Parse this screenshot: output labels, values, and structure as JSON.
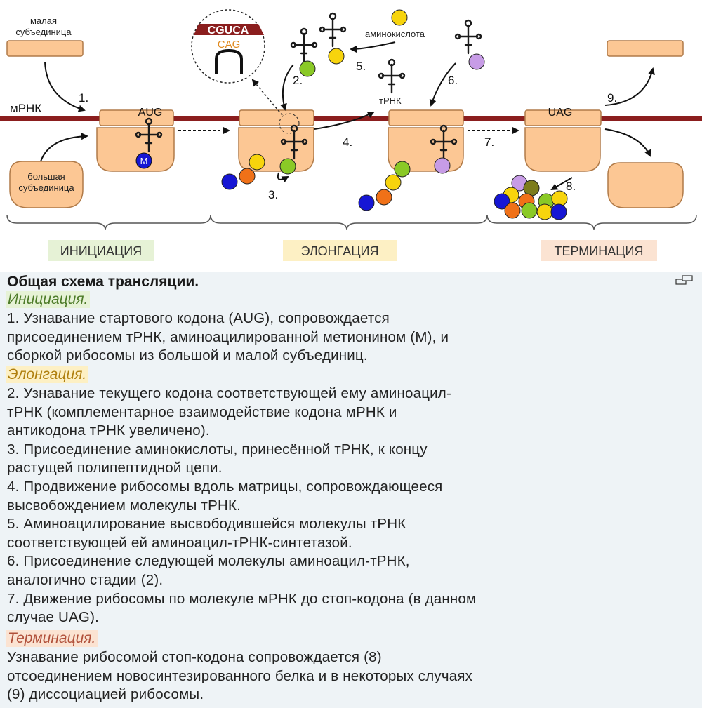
{
  "diagram": {
    "small_subunit": [
      "малая",
      "субъединица"
    ],
    "large_subunit": [
      "большая",
      "субъединица"
    ],
    "mrna": "мРНК",
    "start_codon": "AUG",
    "stop_codon": "UAG",
    "codon_zoom": "CGUCA",
    "anticodon_zoom": "CAG",
    "methionine": "M",
    "amino_acid": "аминокислота",
    "trna": "тРНК",
    "steps": [
      "1.",
      "2.",
      "3.",
      "4.",
      "5.",
      "6.",
      "7.",
      "8.",
      "9."
    ],
    "phases": {
      "initiation": "ИНИЦИАЦИЯ",
      "elongation": "ЭЛОНГАЦИЯ",
      "termination": "ТЕРМИНАЦИЯ"
    },
    "colors": {
      "ribosome": "#fcc794",
      "mrna": "#8b1e1e",
      "initiation_bg": "#e6f2d6",
      "elongation_bg": "#fdf0c4",
      "termination_bg": "#fbe3d2",
      "aa_blue": "#1616d4",
      "aa_orange": "#f07118",
      "aa_yellow": "#f7d40d",
      "aa_green": "#8ac926",
      "aa_purple": "#c79ce6",
      "aa_olive": "#7c7c1c"
    }
  },
  "caption": {
    "title": "Общая схема трансляции.",
    "initiation_label": "Инициация.",
    "initiation_lines": [
      "1. Узнавание стартового кодона (AUG), сопровождается",
      "присоединением тРНК, аминоацилированной метионином (M), и",
      "сборкой рибосомы из большой и малой субъединиц."
    ],
    "elongation_label": "Элонгация.",
    "elongation_lines": [
      "2. Узнавание текущего кодона соответствующей ему аминоацил-",
      "тРНК (комплементарное взаимодействие кодона мРНК и",
      "антикодона тРНК увеличено).",
      "3. Присоединение аминокислоты, принесённой тРНК, к концу",
      "растущей полипептидной цепи.",
      "4. Продвижение рибосомы вдоль матрицы, сопровождающееся",
      "высвобождением молекулы тРНК.",
      "5. Аминоацилирование высвободившейся молекулы тРНК",
      "соответствующей ей аминоацил-тРНК-синтетазой.",
      "6. Присоединение следующей молекулы аминоацил-тРНК,",
      "аналогично стадии (2).",
      "7. Движение рибосомы по молекуле мРНК до стоп-кодона (в данном",
      "случае UAG)."
    ],
    "termination_label": "Терминация.",
    "termination_lines": [
      "Узнавание рибосомой стоп-кодона сопровождается (8)",
      "отсоединением новосинтезированного белка и в некоторых случаях",
      "(9) диссоциацией рибосомы."
    ]
  }
}
